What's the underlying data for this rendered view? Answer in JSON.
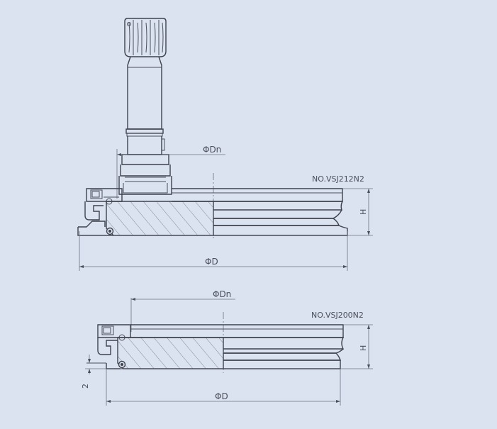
{
  "top_view": {
    "model": "NO.VSJ212N2",
    "dim_dn": "ΦDn",
    "dim_d": "ΦD",
    "dim_h": "H"
  },
  "bottom_view": {
    "model": "NO.VSJ200N2",
    "dim_dn": "ΦDn",
    "dim_d": "ΦD",
    "dim_h": "H",
    "dim_2": "2"
  },
  "colors": {
    "background": "#dbe2f0",
    "line": "#4a4f5a",
    "hatch": "#5d6370"
  }
}
